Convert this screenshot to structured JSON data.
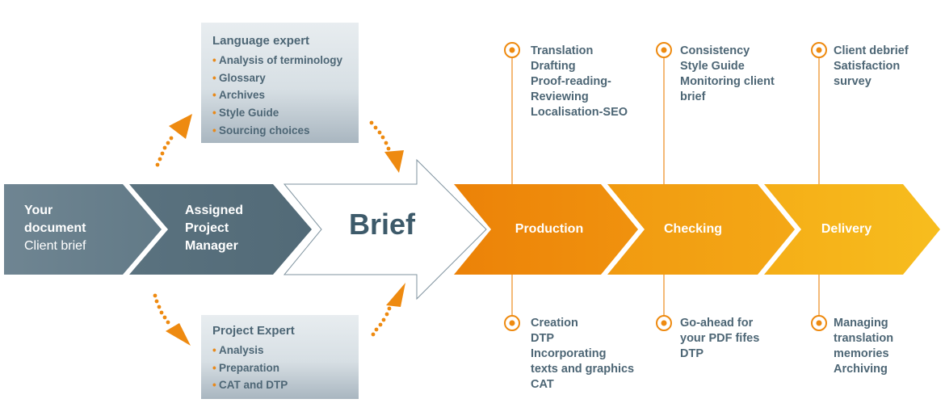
{
  "left_stages": [
    {
      "lines": [
        "Your",
        "document"
      ],
      "light_line": "Client brief"
    },
    {
      "lines": [
        "Assigned",
        "Project",
        "Manager"
      ]
    }
  ],
  "brief": {
    "label": "Brief"
  },
  "language_expert": {
    "title": "Language expert",
    "items": [
      "Analysis of terminology",
      "Glossary",
      "Archives",
      "Style Guide",
      "Sourcing choices"
    ]
  },
  "project_expert": {
    "title": "Project Expert",
    "items": [
      "Analysis",
      "Preparation",
      "CAT and DTP"
    ]
  },
  "bullet_glyph": "•",
  "stages": [
    {
      "label": "Production",
      "color": "#ee8a10",
      "top_tasks": [
        "Translation",
        "Drafting",
        "Proof-reading-",
        "Reviewing",
        "Localisation-SEO"
      ],
      "bottom_tasks": [
        "Creation",
        "DTP",
        "Incorporating",
        "texts and graphics",
        "CAT"
      ]
    },
    {
      "label": "Checking",
      "color": "#f3a214",
      "top_tasks": [
        "Consistency",
        "Style Guide",
        "Monitoring client",
        "brief"
      ],
      "bottom_tasks": [
        "Go-ahead for",
        "your PDF fifes",
        "DTP"
      ]
    },
    {
      "label": "Delivery",
      "color": "#f6b51a",
      "top_tasks": [
        "Client debrief",
        "Satisfaction",
        "survey"
      ],
      "bottom_tasks": [
        "Managing",
        "translation",
        "memories",
        "Archiving"
      ]
    }
  ],
  "colors": {
    "slate_light": "#6f8592",
    "slate_dark": "#556d7a",
    "accent_orange": "#ee8a10",
    "text_slate": "#4d6675",
    "box_top": "#e6ebef",
    "box_bottom": "#aab7c1"
  }
}
